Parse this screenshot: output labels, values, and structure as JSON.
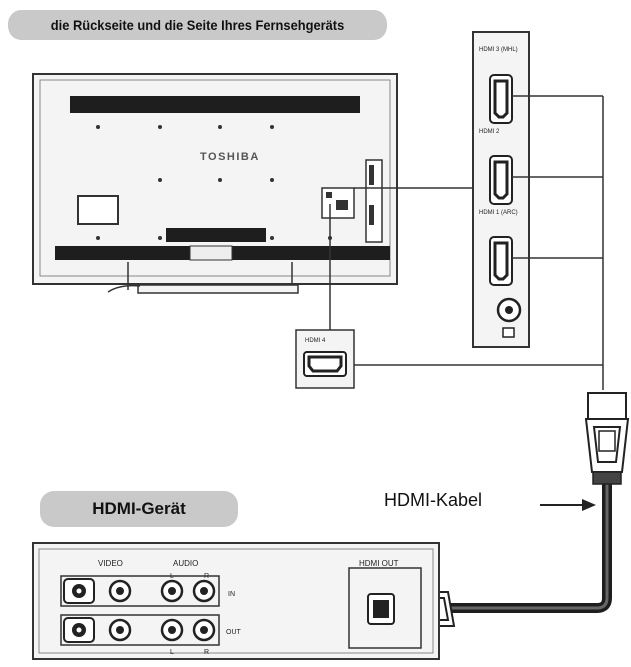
{
  "header": {
    "caption": "die Rückseite und die Seite Ihres Fernsehgeräts"
  },
  "tv": {
    "brand": "TOSHIBA",
    "side_port_labels": [
      "HDMI 3 (MHL)",
      "HDMI 2",
      "HDMI 1 (ARC)"
    ],
    "rear_port_label": "HDMI 4"
  },
  "device": {
    "title": "HDMI-Gerät",
    "video_label": "VIDEO",
    "audio_label": "AUDIO",
    "left_label": "L",
    "right_label": "R",
    "in_label": "IN",
    "out_label": "OUT",
    "hdmi_out_label": "HDMI OUT"
  },
  "cable": {
    "label": "HDMI-Kabel"
  },
  "colors": {
    "line": "#333333",
    "panel": "#f4f4f4",
    "pill": "#c9c9c9",
    "bar": "#1e1e1e"
  }
}
